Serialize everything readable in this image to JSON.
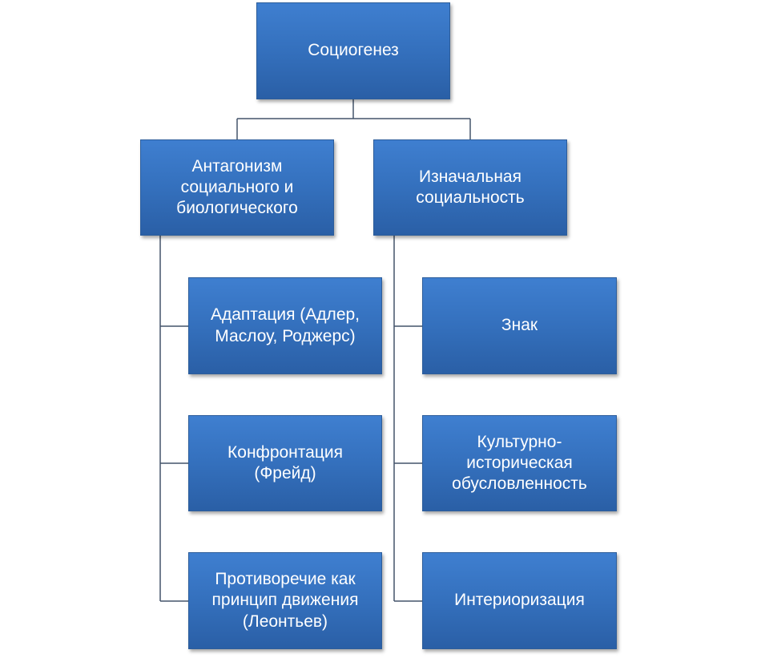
{
  "diagram": {
    "root": {
      "label": "Социогенез"
    },
    "branches": [
      {
        "label": "Антагонизм\nсоциального и\nбиологического",
        "children": [
          {
            "label": "Адаптация (Адлер,\nМаслоу, Роджерс)"
          },
          {
            "label": "Конфронтация\n(Фрейд)"
          },
          {
            "label": "Противоречие как\nпринцип движения\n(Леонтьев)"
          }
        ]
      },
      {
        "label": "Изначальная\nсоциальность",
        "children": [
          {
            "label": "Знак"
          },
          {
            "label": "Культурно-\nисторическая\nобусловленность"
          },
          {
            "label": "Интериоризация"
          }
        ]
      }
    ],
    "colors": {
      "box_fill": "#3470bd",
      "box_text": "#ffffff",
      "connector": "#44546a"
    }
  }
}
